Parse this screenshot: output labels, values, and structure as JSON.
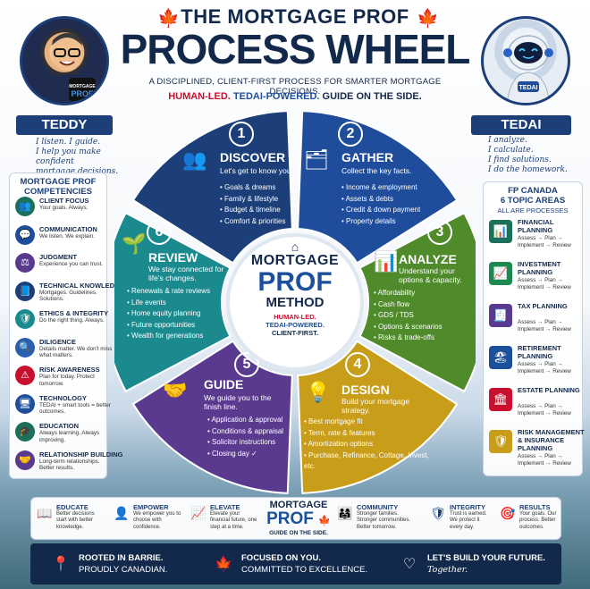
{
  "header": {
    "title_top": "THE MORTGAGE PROF",
    "title_main": "PROCESS WHEEL",
    "subtitle": "A DISCIPLINED, CLIENT-FIRST PROCESS FOR SMARTER MORTGAGE DECISIONS.",
    "tag_human": "HUMAN-LED.",
    "tag_tedai": "TEDAI-POWERED.",
    "tag_guide": "GUIDE ON THE SIDE."
  },
  "teddy": {
    "name": "TEDDY",
    "mug_line1": "MORTGAGE",
    "mug_line2": "PROF",
    "quote_l1": "I listen. I guide.",
    "quote_l2": "I help you make confident",
    "quote_l3": "mortgage decisions."
  },
  "tedai": {
    "name": "TEDAI",
    "badge": "TEDAI",
    "quote_l1": "I analyze.",
    "quote_l2": "I calculate.",
    "quote_l3": "I find solutions.",
    "quote_l4": "I do the homework."
  },
  "competencies": {
    "heading_l1": "MORTGAGE PROF",
    "heading_l2": "COMPETENCIES",
    "items": [
      {
        "title": "CLIENT FOCUS",
        "desc": "Your goals. Always."
      },
      {
        "title": "COMMUNICATION",
        "desc": "We listen. We explain."
      },
      {
        "title": "JUDGMENT",
        "desc": "Experience you can trust."
      },
      {
        "title": "TECHNICAL KNOWLEDGE",
        "desc": "Mortgages. Guidelines. Solutions."
      },
      {
        "title": "ETHICS & INTEGRITY",
        "desc": "Do the right thing. Always."
      },
      {
        "title": "DILIGENCE",
        "desc": "Details matter. We don't miss what matters."
      },
      {
        "title": "RISK AWARENESS",
        "desc": "Plan for today. Protect tomorrow."
      },
      {
        "title": "TECHNOLOGY",
        "desc": "TEDAI + smart tools = better outcomes."
      },
      {
        "title": "EDUCATION",
        "desc": "Always learning. Always improving."
      },
      {
        "title": "RELATIONSHIP BUILDING",
        "desc": "Long-term relationships. Better results."
      }
    ]
  },
  "fp_canada": {
    "heading_l1": "FP CANADA",
    "heading_l2": "6 TOPIC AREAS",
    "heading_l3": "ALL ARE PROCESSES",
    "items": [
      {
        "title": "FINANCIAL PLANNING",
        "sub1": "Assess → Plan →",
        "sub2": "Implement → Review"
      },
      {
        "title": "INVESTMENT PLANNING",
        "sub1": "Assess → Plan →",
        "sub2": "Implement → Review"
      },
      {
        "title": "TAX PLANNING",
        "sub1": "Assess → Plan →",
        "sub2": "Implement → Review"
      },
      {
        "title": "RETIREMENT PLANNING",
        "sub1": "Assess → Plan →",
        "sub2": "Implement → Review"
      },
      {
        "title": "ESTATE PLANNING",
        "sub1": "Assess → Plan →",
        "sub2": "Implement → Review"
      },
      {
        "title": "RISK MANAGEMENT & INSURANCE PLANNING",
        "sub1": "Assess → Plan →",
        "sub2": "Implement → Review"
      }
    ]
  },
  "wheel": {
    "segments": [
      {
        "num": "1",
        "title": "DISCOVER",
        "tag": "Let's get to know you.",
        "items": [
          "Goals & dreams",
          "Family & lifestyle",
          "Budget & timeline",
          "Comfort & priorities"
        ],
        "color": "#1c3f7a"
      },
      {
        "num": "2",
        "title": "GATHER",
        "tag": "Collect the key facts.",
        "items": [
          "Income & employment",
          "Assets & debts",
          "Credit & down payment",
          "Property details"
        ],
        "color": "#1f4d9c"
      },
      {
        "num": "3",
        "title": "ANALYZE",
        "tag": "Understand your options & capacity.",
        "items": [
          "Affordability",
          "Cash flow",
          "GDS / TDS",
          "Options & scenarios",
          "Risks & trade-offs"
        ],
        "color": "#4f8a2b"
      },
      {
        "num": "4",
        "title": "DESIGN",
        "tag": "Build your mortgage strategy.",
        "items": [
          "Best mortgage fit",
          "Term, rate & features",
          "Amortization options",
          "Purchase, Refinance, Cottage, Invest, etc."
        ],
        "color": "#c79d1a"
      },
      {
        "num": "5",
        "title": "GUIDE",
        "tag": "We guide you to the finish line.",
        "items": [
          "Application & approval",
          "Conditions & appraisal",
          "Solicitor instructions",
          "Closing day ✓"
        ],
        "color": "#5a3a8f"
      },
      {
        "num": "6",
        "title": "REVIEW",
        "tag": "We stay connected for life's changes.",
        "items": [
          "Renewals & rate reviews",
          "Life events",
          "Home equity planning",
          "Future opportunities",
          "Wealth for generations"
        ],
        "color": "#1a8a8f"
      }
    ],
    "center": {
      "l1": "MORTGAGE",
      "l2": "PROF",
      "l3": "METHOD",
      "l4": "HUMAN-LED.",
      "l5": "TEDAI-POWERED.",
      "l6": "CLIENT-FIRST."
    }
  },
  "strip": {
    "items": [
      {
        "title": "EDUCATE",
        "desc": "Better decisions start with better knowledge."
      },
      {
        "title": "EMPOWER",
        "desc": "We empower you to choose with confidence."
      },
      {
        "title": "ELEVATE",
        "desc": "Elevate your financial future, one step at a time."
      },
      {
        "title": "COMMUNITY",
        "desc": "Stronger families. Stronger communities. Better tomorrow."
      },
      {
        "title": "INTEGRITY",
        "desc": "Trust is earned. We protect it every day."
      },
      {
        "title": "RESULTS",
        "desc": "Your goals. Our process. Better outcomes."
      }
    ],
    "logo_l1": "MORTGAGE",
    "logo_l2": "PROF",
    "logo_l3": "GUIDE ON THE SIDE."
  },
  "footer": {
    "a1": "ROOTED IN BARRIE.",
    "a2": "PROUDLY CANADIAN.",
    "b1": "FOCUSED ON YOU.",
    "b2": "COMMITTED TO EXCELLENCE.",
    "c1": "LET'S BUILD YOUR FUTURE.",
    "c2": "Together."
  },
  "colors": {
    "navy": "#13294b",
    "red": "#c8102e",
    "blue": "#1c4f9c"
  }
}
